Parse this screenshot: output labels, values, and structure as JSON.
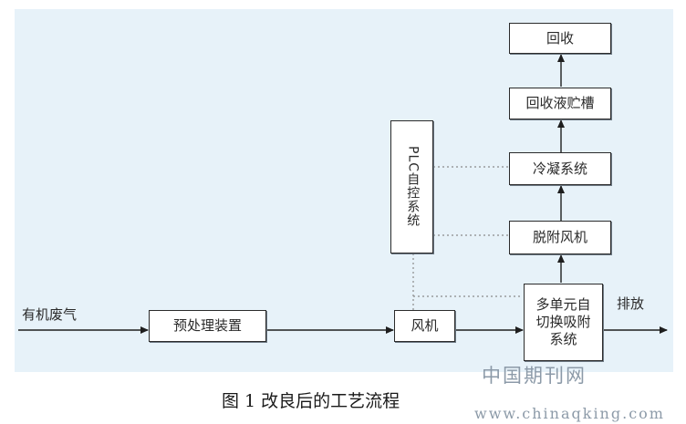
{
  "diagram": {
    "input_label": "有机废气",
    "output_label": "排放",
    "nodes": {
      "pretreatment": "预处理装置",
      "fan": "风机",
      "multi_adsorb": "多单元自切换吸附系统",
      "desorb_fan": "脱附风机",
      "condense": "冷凝系统",
      "recover_tank": "回收液贮槽",
      "recover": "回收",
      "plc": "PLC自控系统"
    }
  },
  "caption": "图 1  改良后的工艺流程",
  "watermark": {
    "cn": "中国期刊网",
    "url": "www.chinaqking.com"
  },
  "colors": {
    "background": "#e7f2f9",
    "line": "#1e1e1e",
    "dotted": "#8a8a8a"
  }
}
